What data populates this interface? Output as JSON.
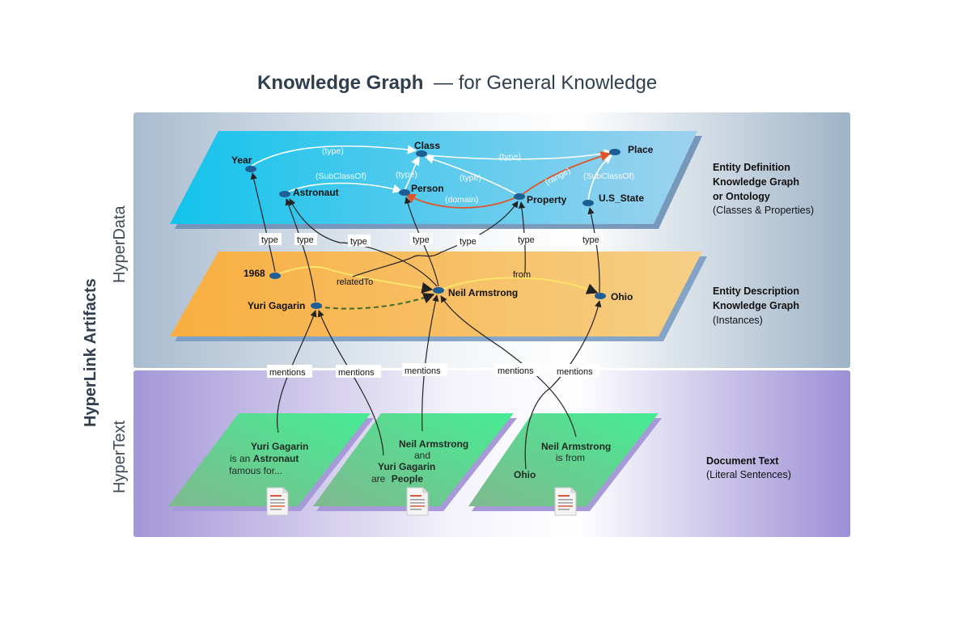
{
  "title": {
    "bold": "Knowledge Graph",
    "rest": "— for General Knowledge"
  },
  "vertical": {
    "main": "HyperLink Artifacts",
    "hyperdata": "HyperData",
    "hypertext": "HyperText"
  },
  "layers": {
    "definition": {
      "title_lines": [
        "Entity Definition",
        "Knowledge Graph",
        "or Ontology"
      ],
      "subtitle": "(Classes & Properties)"
    },
    "description": {
      "title_lines": [
        "Entity Description",
        "Knowledge Graph"
      ],
      "subtitle": "(Instances)"
    },
    "documents": {
      "title": "Document Text",
      "subtitle": "(Literal Sentences)"
    }
  },
  "ontology_nodes": {
    "year": "Year",
    "class": "Class",
    "place": "Place",
    "astronaut": "Astronaut",
    "person": "Person",
    "property": "Property",
    "us_state": "U.S_State"
  },
  "ontology_edges": {
    "type1": "(type)",
    "type2": "(type)",
    "type3": "(type)",
    "type4": "(type)",
    "subclass1": "(SubClassOf)",
    "subclass2": "(SubClassOf)",
    "domain": "(domain)",
    "range": "(range)"
  },
  "instance_nodes": {
    "year_1968": "1968",
    "yuri": "Yuri Gagarin",
    "neil": "Neil Armstrong",
    "ohio": "Ohio"
  },
  "instance_edges": {
    "related": "relatedTo",
    "from": "from"
  },
  "type_labels": [
    "type",
    "type",
    "type",
    "type",
    "type",
    "type",
    "type"
  ],
  "mention_labels": [
    "mentions",
    "mentions",
    "mentions",
    "mentions",
    "mentions"
  ],
  "documents": [
    {
      "line1_bold": "Yuri Gagarin",
      "line2_pre": "is an ",
      "line2_bold": "Astronaut",
      "line3": "famous for..."
    },
    {
      "line1_bold": "Neil Armstrong",
      "line2": "and",
      "line3_bold": "Yuri Gagarin",
      "line4_pre": "are  ",
      "line4_bold": "People"
    },
    {
      "line1_bold": "Neil Armstrong",
      "line2": "is from",
      "line3_bold": "Ohio"
    }
  ],
  "colors": {
    "ontology_layer": "#2ec4ea",
    "instance_layer": "#f7b24a",
    "document_layer": "#4ee191",
    "hyperdata_panel": "#9fb2c6",
    "hypertext_panel": "#a79ad9",
    "node": "#1d5f95",
    "range_domain_edge": "#e0542a"
  }
}
